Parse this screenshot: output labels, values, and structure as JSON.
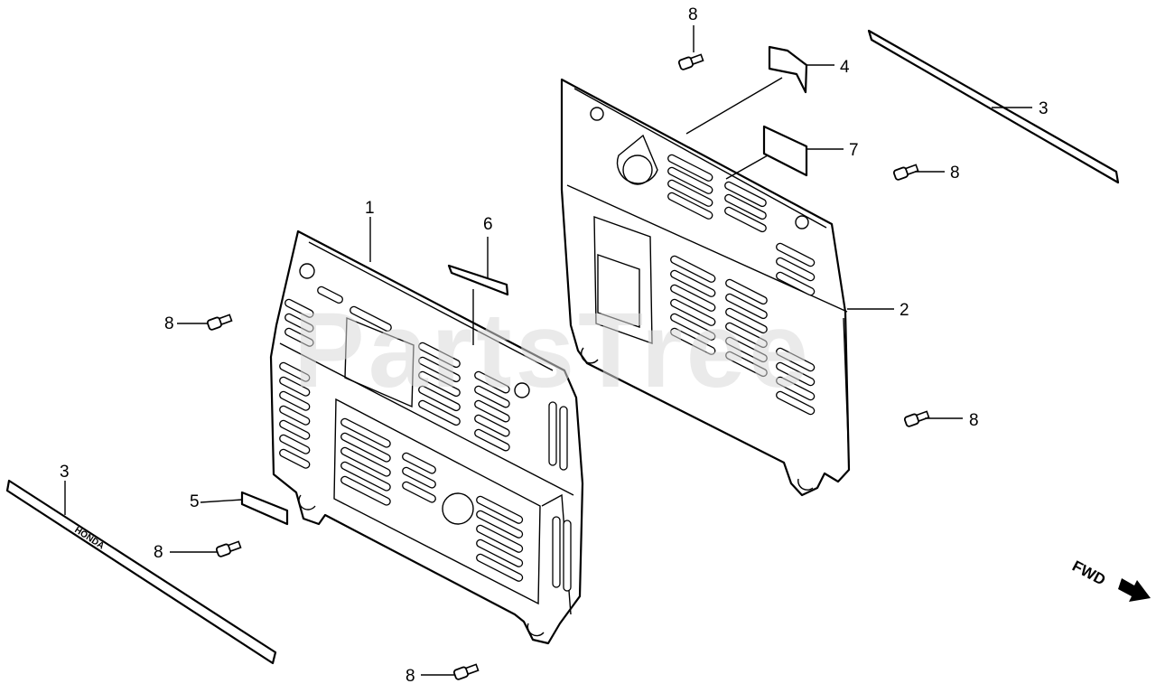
{
  "watermark": {
    "text": "PartsTree"
  },
  "callouts": {
    "c1": "1",
    "c2": "2",
    "c3a": "3",
    "c3b": "3",
    "c4": "4",
    "c5": "5",
    "c6": "6",
    "c7": "7",
    "c8": [
      "8",
      "8",
      "8",
      "8",
      "8",
      "8"
    ]
  },
  "stripe_text": "HONDA",
  "direction": {
    "label": "FWD"
  }
}
